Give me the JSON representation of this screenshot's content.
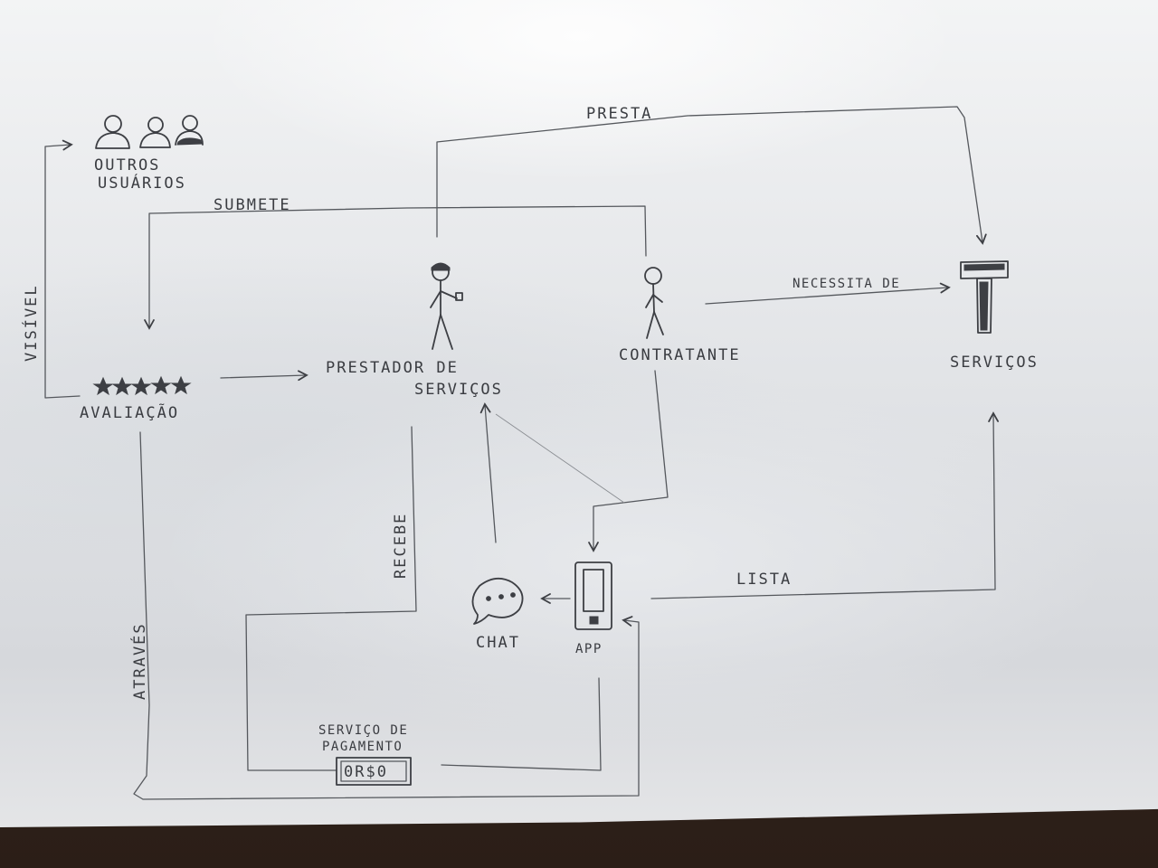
{
  "labels": {
    "outros_usuarios_line1": "OUTROS",
    "outros_usuarios_line2": "USUÁRIOS",
    "presta": "PRESTA",
    "submete": "SUBMETE",
    "visivel": "VISÍVEL",
    "avaliacao": "AVALIAÇÃO",
    "prestador_line1": "PRESTADOR DE",
    "prestador_line2": "SERVIÇOS",
    "contratante": "CONTRATANTE",
    "necessita_de": "NECESSITA DE",
    "servicos": "SERVIÇOS",
    "recebe": "RECEBE",
    "atraves": "ATRAVÉS",
    "chat": "CHAT",
    "app": "APP",
    "lista": "LISTA",
    "servico_pagamento_line1": "SERVIÇO DE",
    "servico_pagamento_line2": "PAGAMENTO",
    "banknote": "0R$0"
  },
  "colors": {
    "ink": "#3d3f44",
    "paper": "#e6e8eb"
  },
  "icons": {
    "users": "users-group-icon",
    "stars": "star-rating-icon",
    "provider": "stick-figure-icon",
    "client": "stick-figure-icon",
    "services": "hammer-icon",
    "chat": "speech-bubble-icon",
    "app": "smartphone-icon",
    "payment": "banknote-icon"
  }
}
